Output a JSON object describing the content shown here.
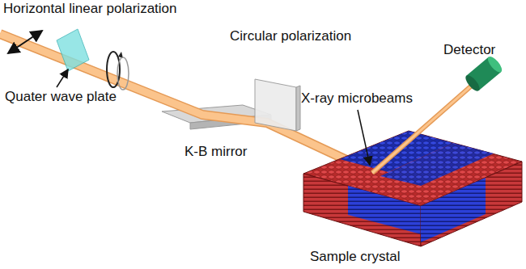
{
  "diagram": {
    "labels": [
      "Horizontal linear polarization",
      "Circular polarization",
      "Quater wave plate",
      "K-B mirror",
      "X-ray microbeams",
      "Detector",
      "Sample crystal"
    ]
  }
}
